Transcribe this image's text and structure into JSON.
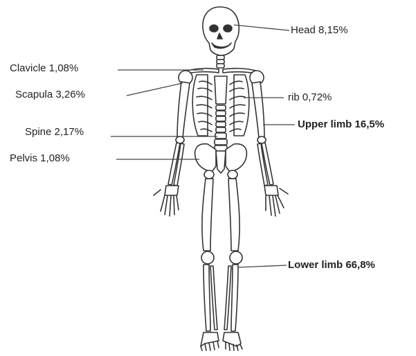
{
  "labels": {
    "head": "Head 8,15%",
    "clavicle": "Clavicle 1,08%",
    "scapula": "Scapula 3,26%",
    "rib": "rib 0,72%",
    "upper_limb": "Upper limb 16,5%",
    "spine": "Spine 2,17%",
    "pelvis": "Pelvis 1,08%",
    "lower_limb": "Lower limb 66,8%"
  },
  "colors": {
    "line": "#444444",
    "bone_stroke": "#333333",
    "bone_fill": "#ffffff",
    "text": "#222222"
  }
}
